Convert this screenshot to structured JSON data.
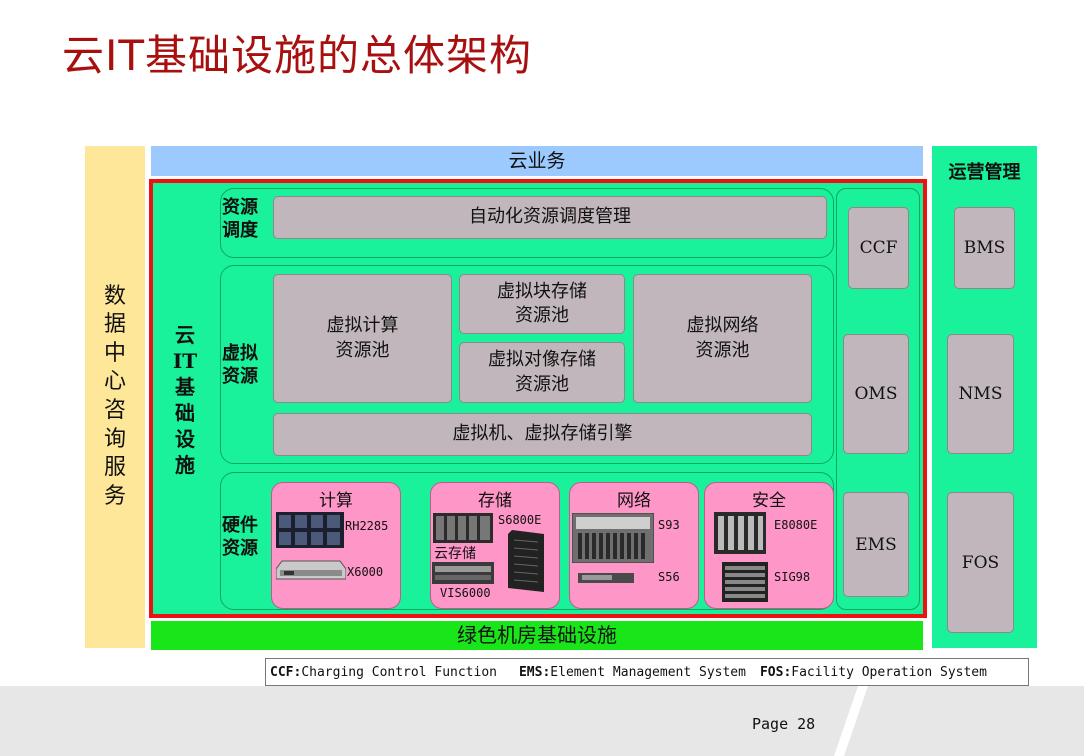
{
  "title": "云IT基础设施的总体架构",
  "left_column": [
    "数",
    "据",
    "中",
    "心",
    "咨",
    "询",
    "服",
    "务"
  ],
  "cloud_business": "云业务",
  "green_base": "绿色机房基础设施",
  "cloud_it_label": [
    "云",
    "IT",
    "基",
    "础",
    "设",
    "施"
  ],
  "sections": {
    "scheduling": {
      "label": [
        "资源",
        "调度"
      ],
      "box": "自动化资源调度管理"
    },
    "virtual": {
      "label": [
        "虚拟",
        "资源"
      ],
      "compute": [
        "虚拟计算",
        "资源池"
      ],
      "block_storage": [
        "虚拟块存储",
        "资源池"
      ],
      "object_storage": [
        "虚拟对像存储",
        "资源池"
      ],
      "network": [
        "虚拟网络",
        "资源池"
      ],
      "engine": "虚拟机、虚拟存储引擎"
    },
    "hardware": {
      "label": [
        "硬件",
        "资源"
      ],
      "compute": {
        "title": "计算",
        "items": [
          "RH2285",
          "X6000"
        ]
      },
      "storage": {
        "title": "存储",
        "items": [
          "S6800E",
          "云存储",
          "VIS6000"
        ]
      },
      "network": {
        "title": "网络",
        "items": [
          "S93",
          "S56"
        ]
      },
      "security": {
        "title": "安全",
        "items": [
          "E8080E",
          "SIG98"
        ]
      }
    }
  },
  "mgmt_boxes": [
    "CCF",
    "OMS",
    "EMS"
  ],
  "ops": {
    "title": "运营管理",
    "boxes": [
      "BMS",
      "NMS",
      "FOS"
    ]
  },
  "legend": [
    {
      "abbr": "CCF:",
      "text": "Charging Control Function"
    },
    {
      "abbr": "EMS:",
      "text": "Element Management System"
    },
    {
      "abbr": "FOS:",
      "text": "Facility Operation System"
    }
  ],
  "page": "Page 28"
}
